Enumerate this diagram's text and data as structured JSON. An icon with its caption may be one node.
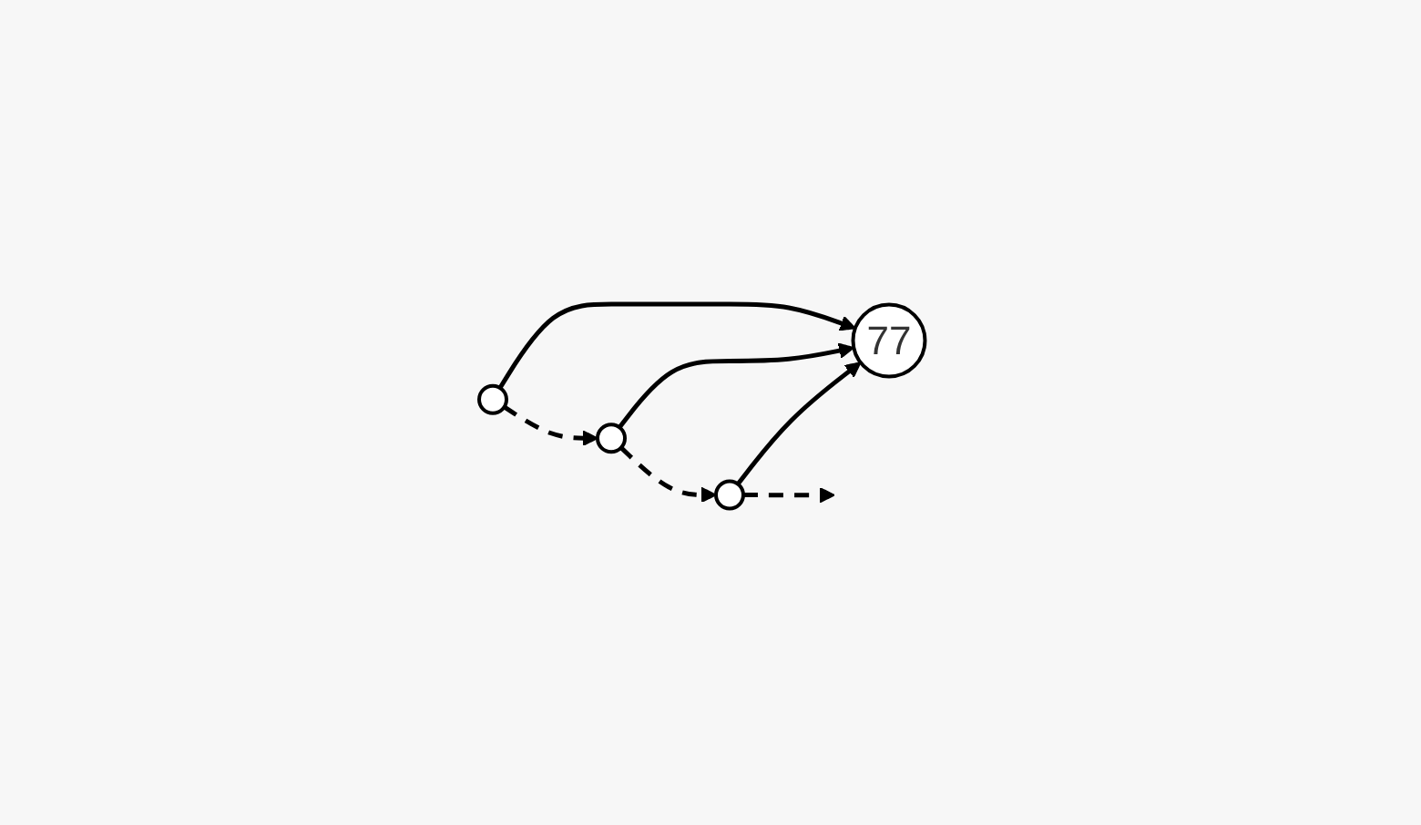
{
  "diagram": {
    "nodes": [
      {
        "text": [],
        "shape": "circle"
      },
      {
        "text": [],
        "shape": "circle"
      },
      {
        "text": [],
        "shape": "circle"
      },
      {
        "text": [
          "77"
        ]
      }
    ],
    "edges": [
      {
        "from": 0,
        "to": 3,
        "arrow": "to"
      },
      {
        "from": 0,
        "to": 1,
        "arrow": "to",
        "style": "dashed"
      },
      {
        "from": 1,
        "to": 3,
        "arrow": "to"
      },
      {
        "from": 1,
        "to": 2,
        "arrow": "to",
        "style": "dashed"
      },
      {
        "from": 2,
        "to": 3,
        "arrow": "to"
      },
      {
        "from": 2,
        "to": null,
        "arrow": "to",
        "style": "dashed"
      }
    ]
  }
}
